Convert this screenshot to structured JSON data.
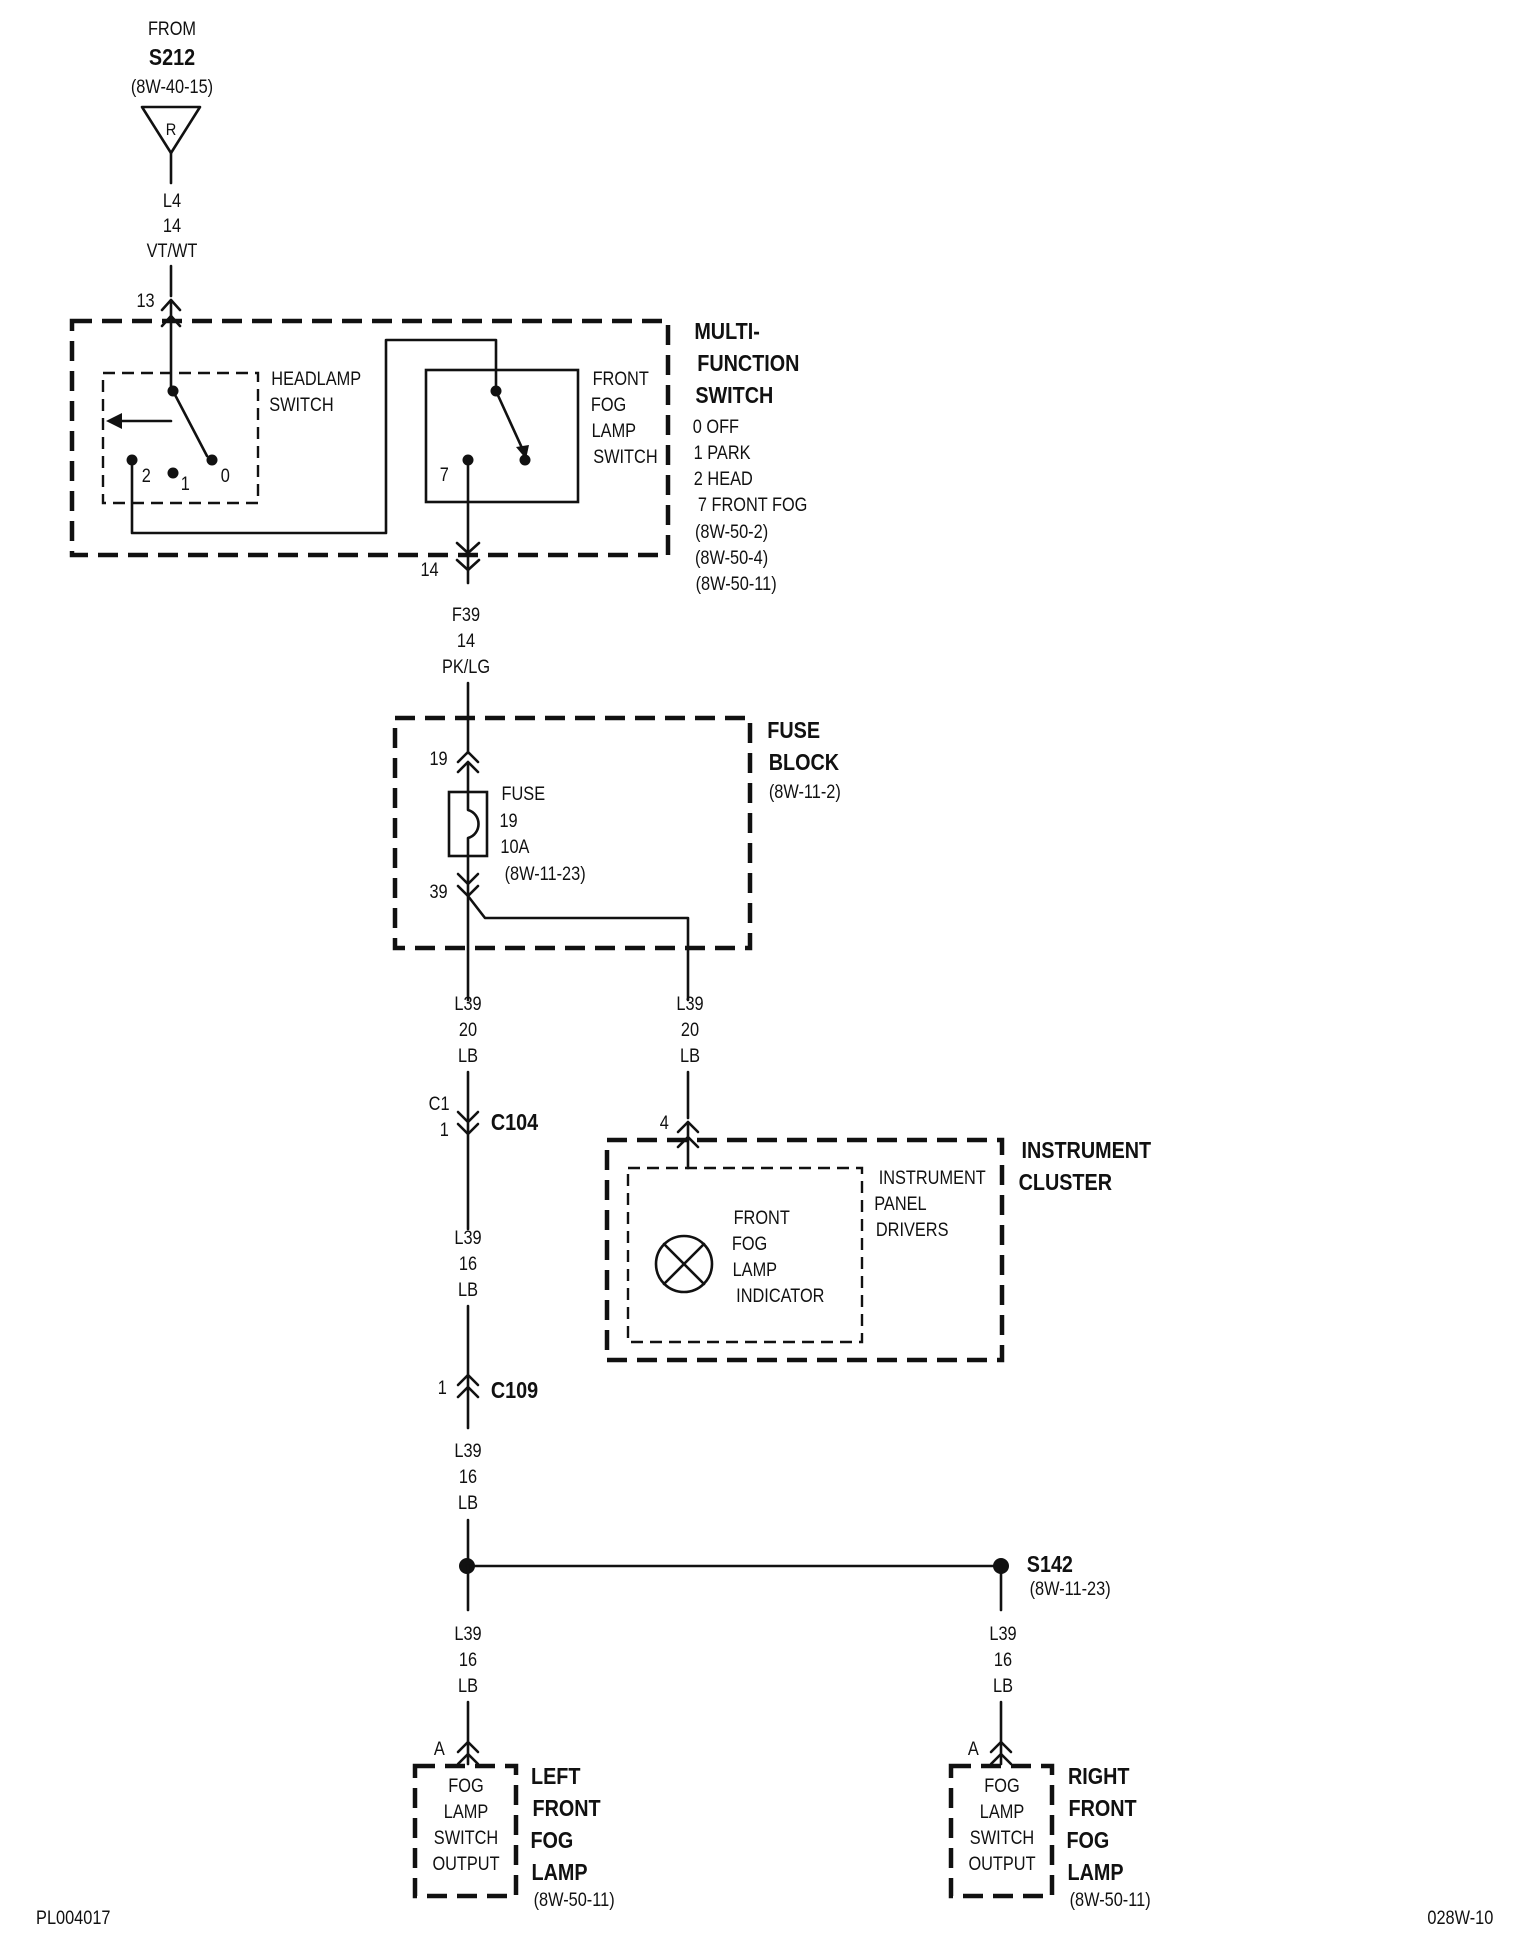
{
  "source": {
    "from": "FROM",
    "splice": "S212",
    "ref": "(8W-40-15)",
    "symbol": "R"
  },
  "wire_l4": {
    "circuit": "L4",
    "gauge": "14",
    "color": "VT/WT"
  },
  "multifunction_switch": {
    "title_lines": [
      "MULTI-",
      "FUNCTION",
      "SWITCH"
    ],
    "positions": [
      "0 OFF",
      "1 PARK",
      "2 HEAD",
      "7 FRONT FOG"
    ],
    "refs": [
      "(8W-50-2)",
      "(8W-50-4)",
      "(8W-50-11)"
    ],
    "pin_in": "13",
    "pin_out": "14",
    "headlamp_switch": {
      "label_lines": [
        "HEADLAMP",
        "SWITCH"
      ],
      "contacts": [
        "2",
        "1",
        "0"
      ]
    },
    "fog_switch": {
      "label_lines": [
        "FRONT",
        "FOG",
        "LAMP",
        "SWITCH"
      ],
      "contact": "7"
    }
  },
  "wire_f39": {
    "circuit": "F39",
    "gauge": "14",
    "color": "PK/LG"
  },
  "fuse_block": {
    "title_lines": [
      "FUSE",
      "BLOCK"
    ],
    "ref": "(8W-11-2)",
    "pin_in": "19",
    "pin_out": "39",
    "fuse": {
      "label": "FUSE",
      "number": "19",
      "rating": "10A",
      "ref": "(8W-11-23)"
    }
  },
  "wire_l39_main_20": {
    "circuit": "L39",
    "gauge": "20",
    "color": "LB"
  },
  "wire_l39_cluster": {
    "circuit": "L39",
    "gauge": "20",
    "color": "LB"
  },
  "c104": {
    "name": "C104",
    "cavity_top": "C1",
    "cavity_bottom": "1"
  },
  "wire_l39_mid": {
    "circuit": "L39",
    "gauge": "16",
    "color": "LB"
  },
  "c109": {
    "name": "C109",
    "pin": "1"
  },
  "wire_l39_lower": {
    "circuit": "L39",
    "gauge": "16",
    "color": "LB"
  },
  "instrument_cluster": {
    "title_lines": [
      "INSTRUMENT",
      "CLUSTER"
    ],
    "pin": "4",
    "drivers_lines": [
      "INSTRUMENT",
      "PANEL",
      "DRIVERS"
    ],
    "indicator_lines": [
      "FRONT",
      "FOG",
      "LAMP",
      "INDICATOR"
    ]
  },
  "s142": {
    "name": "S142",
    "ref": "(8W-11-23)"
  },
  "wire_l39_left": {
    "circuit": "L39",
    "gauge": "16",
    "color": "LB"
  },
  "wire_l39_right": {
    "circuit": "L39",
    "gauge": "16",
    "color": "LB"
  },
  "left_fog_lamp": {
    "pin": "A",
    "output_lines": [
      "FOG",
      "LAMP",
      "SWITCH",
      "OUTPUT"
    ],
    "title_lines": [
      "LEFT",
      "FRONT",
      "FOG",
      "LAMP"
    ],
    "ref": "(8W-50-11)"
  },
  "right_fog_lamp": {
    "pin": "A",
    "output_lines": [
      "FOG",
      "LAMP",
      "SWITCH",
      "OUTPUT"
    ],
    "title_lines": [
      "RIGHT",
      "FRONT",
      "FOG",
      "LAMP"
    ],
    "ref": "(8W-50-11)"
  },
  "footer": {
    "left_code": "PL004017",
    "right_code": "028W-10"
  }
}
